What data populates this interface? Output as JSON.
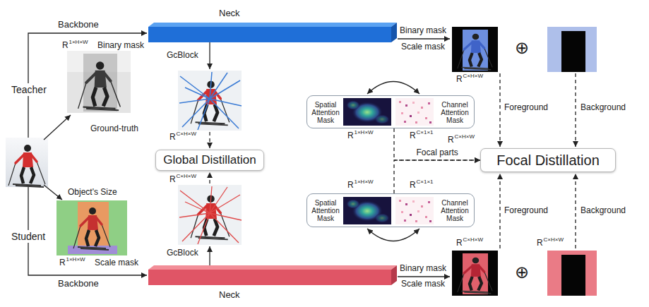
{
  "diagram": {
    "nodes": [
      {
        "text": [
          "Neck"
        ]
      },
      {
        "text": [
          "Spatial Attention Mask",
          "Channel Attention Mask"
        ]
      },
      {
        "text": [
          "Global Distillation"
        ]
      },
      {
        "text": [
          "Focal Distillation"
        ]
      },
      {
        "text": [
          "Spatial Attention Mask",
          "Channel Attention Mask"
        ]
      },
      {
        "text": [
          "Neck"
        ]
      }
    ],
    "edges": [
      {
        "from": 1,
        "to": 3,
        "label": "Focal parts",
        "arrow": "to"
      },
      {
        "from": 4,
        "to": 3,
        "arrow": "to"
      }
    ],
    "labels": [
      "Backbone",
      "Teacher",
      "R",
      "1×H×W",
      "Binary mask",
      "GcBlock",
      "Binary mask",
      "Scale mask",
      "⊕",
      "R",
      "C×H×W",
      "R",
      "C×H×W",
      "Ground-truth",
      "R",
      "1×H×W",
      "R",
      "C×1×1",
      "Foreground",
      "Background",
      "R",
      "C×H×W",
      "R",
      "C×H×W",
      "R",
      "1×H×W",
      "R",
      "C×1×1",
      "Object's Size",
      "Student",
      "Foreground",
      "Background",
      "R",
      "C×H×W",
      "R",
      "C×H×W",
      "GcBlock",
      "R",
      "1×H×W",
      "Scale mask",
      "Binary mask",
      "Scale mask",
      "⊕",
      "Backbone"
    ]
  }
}
